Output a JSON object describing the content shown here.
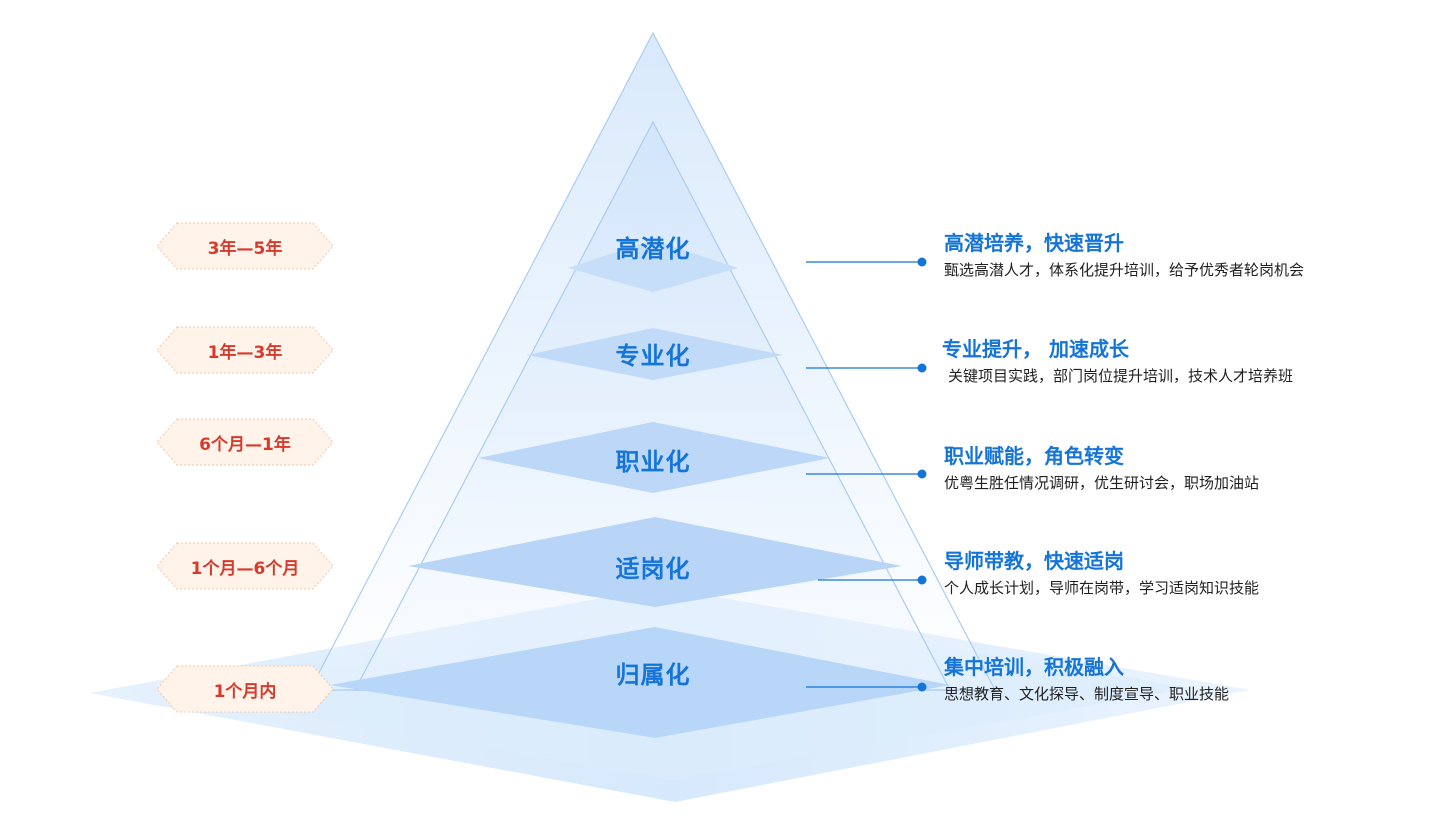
{
  "stages": [
    {
      "name": "高潜化",
      "period": "3年—5年",
      "title": "高潜培养，快速晋升",
      "desc": "甄选高潜人才，体系化提升培训，给予优秀者轮岗机会"
    },
    {
      "name": "专业化",
      "period": "1年—3年",
      "title": "专业提升， 加速成长",
      "desc": "关键项目实践，部门岗位提升培训，技术人才培养班"
    },
    {
      "name": "职业化",
      "period": "6个月—1年",
      "title": "职业赋能，角色转变",
      "desc": "优粤生胜任情况调研，优生研讨会，职场加油站"
    },
    {
      "name": "适岗化",
      "period": "1个月—6个月",
      "title": "导师带教，快速适岗",
      "desc": "个人成长计划，导师在岗带，学习适岗知识技能"
    },
    {
      "name": "归属化",
      "period": "1个月内",
      "title": "集中培训，积极融入",
      "desc": "思想教育、文化探导、制度宣导、职业技能"
    }
  ],
  "colors": {
    "accent_blue": "#1474d8",
    "period_text": "#d63a2c",
    "period_fill": "#fff3ea",
    "period_border": "#f3c7a4",
    "pyramid_fill": "#d8e9fb",
    "diamond_fill": "#b7d6f8"
  }
}
